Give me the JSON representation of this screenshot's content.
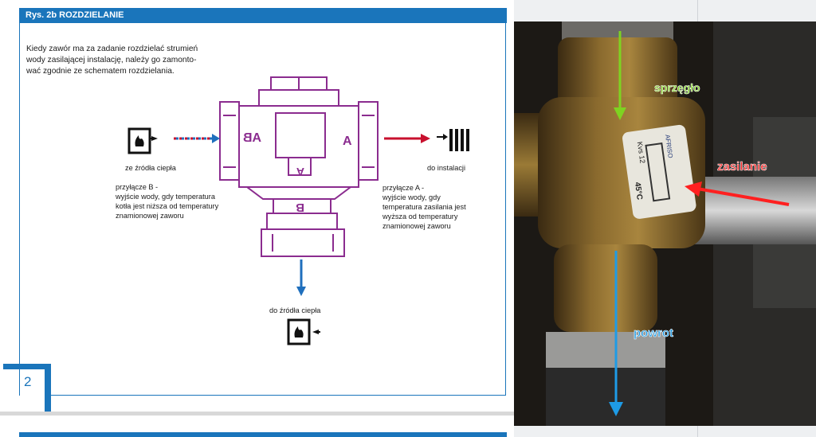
{
  "document": {
    "header": "Rys. 2b ROZDZIELANIE",
    "paragraph": "Kiedy zawór ma za zadanie rozdzielać strumień wody zasilającej instalację, należy go zamonto-wać zgodnie ze schematem rozdzielania.",
    "paragraph_lines": [
      "Kiedy zawór ma za zadanie rozdzielać strumień",
      "wody zasilającej instalację, należy go zamonto-",
      "wać zgodnie ze schematem rozdzielania."
    ],
    "left_source_label": "ze źródła ciepła",
    "right_install_label": "do instalacji",
    "bottom_source_label": "do źródła ciepła",
    "port_ab": "AB",
    "port_a": "A",
    "port_b": "B",
    "note_b": [
      "przyłącze B -",
      "wyjście wody, gdy temperatura",
      "kotła jest niższa od temperatury",
      "znamionowej zaworu"
    ],
    "note_a": [
      "przyłącze A -",
      "wyjście wody, gdy",
      "temperatura zasilania jest",
      "wyższa od temperatury",
      "znamionowej zaworu"
    ],
    "page_number": "2"
  },
  "photo": {
    "labels": {
      "top": "sprzęgło",
      "right": "zasilanie",
      "bottom": "powrot"
    },
    "plate": {
      "brand": "AFRISO",
      "kvs": "Kvs 12",
      "temp": "45°C"
    }
  },
  "colors": {
    "blue": "#1a75bb",
    "valve_purple": "#8b2c8f",
    "arrow_red": "#c8102e",
    "arrow_blue": "#1f6fbd",
    "label_green": "#7ed321",
    "label_red": "#ff2020",
    "label_blue": "#1e9be6"
  }
}
